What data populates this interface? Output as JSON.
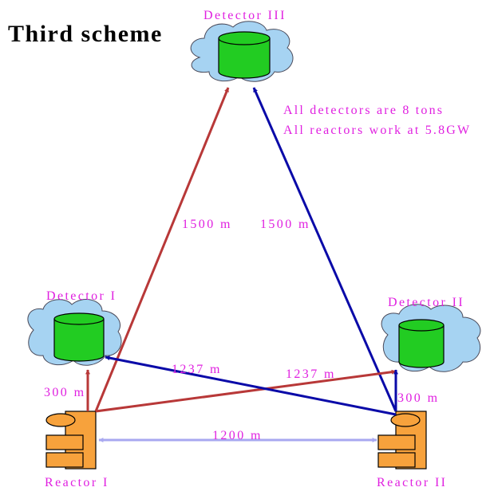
{
  "title": "Third scheme",
  "notes": [
    "All detectors are 8 tons",
    "All reactors work at 5.8GW"
  ],
  "detectors": [
    {
      "label": "Detector I"
    },
    {
      "label": "Detector II"
    },
    {
      "label": "Detector III"
    }
  ],
  "reactors": [
    {
      "label": "Reactor I"
    },
    {
      "label": "Reactor II"
    }
  ],
  "distances": {
    "reactor1_to_detector1": "300 m",
    "reactor2_to_detector2": "300 m",
    "reactor1_to_detector2": "1237 m",
    "reactor2_to_detector1": "1237 m",
    "reactor1_to_detector3": "1500 m",
    "reactor2_to_detector3": "1500 m",
    "reactor1_to_reactor2": "1200 m"
  },
  "colors": {
    "label": "#e020e0",
    "detector_fill": "#22cc22",
    "cloud_fill": "#a6d3f2",
    "reactor_fill": "#f7a23c",
    "arrow_red": "#b83838",
    "arrow_blue": "#0a0aa8",
    "arrow_light": "#a8a8f0"
  }
}
